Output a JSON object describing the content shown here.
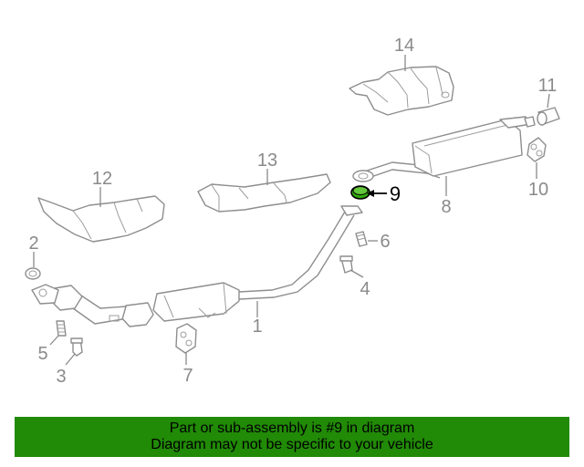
{
  "callouts": {
    "c1": "1",
    "c2": "2",
    "c3": "3",
    "c4": "4",
    "c5": "5",
    "c6": "6",
    "c7": "7",
    "c8": "8",
    "c9": "9",
    "c10": "10",
    "c11": "11",
    "c12": "12",
    "c13": "13",
    "c14": "14"
  },
  "highlight": {
    "part_number": "9",
    "color": "#218a06"
  },
  "banner": {
    "line1": "Part or sub-assembly is #9 in diagram",
    "line2": "Diagram may not be specific to your vehicle",
    "background": "#218a06"
  }
}
